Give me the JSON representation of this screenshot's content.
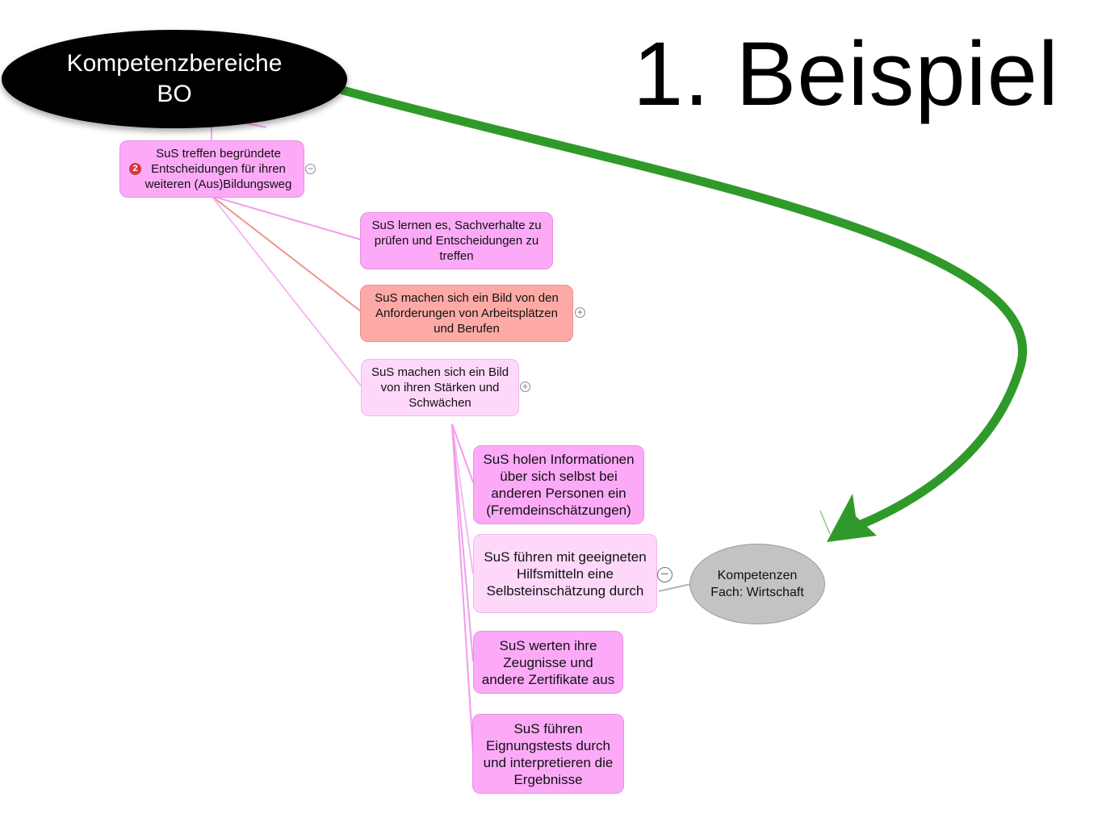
{
  "title": "1. Beispiel",
  "root": {
    "label": "Kompetenzbereiche BO"
  },
  "level1": {
    "label": "SuS treffen begründete Entscheidungen für ihren weiteren (Aus)Bildungsweg",
    "badge": "2",
    "toggle": "−"
  },
  "level2": [
    {
      "label": "SuS lernen es, Sachverhalte zu prüfen und Entscheidungen zu treffen"
    },
    {
      "label": "SuS machen sich ein  Bild von den Anforderungen von Arbeitsplätzen und Berufen",
      "toggle": "+"
    },
    {
      "label": "SuS machen sich ein Bild von ihren Stärken und Schwächen",
      "toggle": "+"
    }
  ],
  "level3": [
    {
      "label": "SuS holen Informationen über sich selbst bei anderen Personen ein (Fremdeinschätzungen)"
    },
    {
      "label": "SuS führen mit geeigneten Hilfsmitteln eine Selbsteinschätzung durch",
      "toggle": "−"
    },
    {
      "label": "SuS werten ihre Zeugnisse und andere Zertifikate aus"
    },
    {
      "label": "SuS führen Eignungstests durch und interpretieren die Ergebnisse"
    }
  ],
  "linked": {
    "label": "Kompetenzen Fach:  Wirtschaft"
  },
  "colors": {
    "arrow": "#2f9a2a",
    "node_pink": "#fcaaf8",
    "node_light": "#fdd8fb",
    "node_salmon": "#fdaaa6",
    "root_fill": "#000000",
    "linked_fill": "#c3c3c3"
  }
}
